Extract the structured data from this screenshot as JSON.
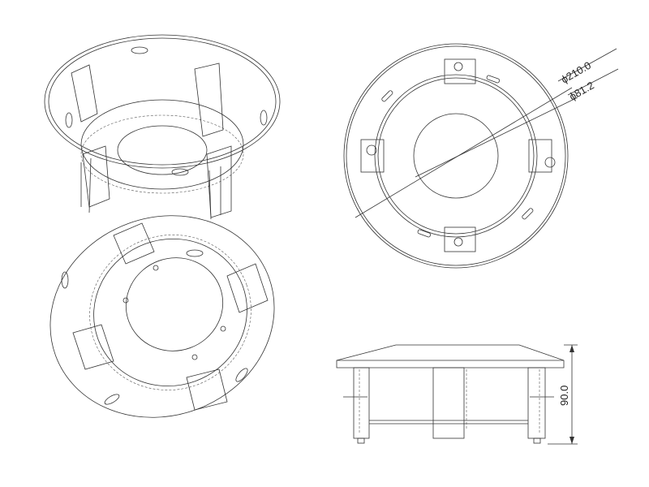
{
  "dimensions": {
    "outer_diameter": "ϕ210.0",
    "inner_diameter": "ϕ81.2",
    "height": "90.0"
  }
}
